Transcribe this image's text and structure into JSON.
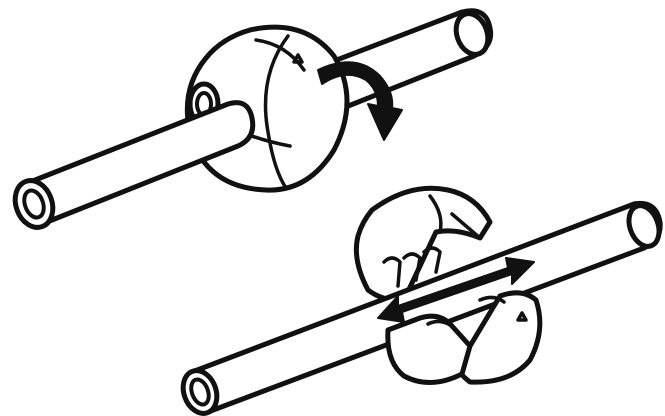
{
  "figure": {
    "top_step": "rotate-to-open",
    "bottom_step": "slide-along-cable",
    "marker_glyph": "triangle",
    "colors": {
      "line": "#111111",
      "fill": "#ffffff"
    },
    "icons": [
      "curved-arrow-icon",
      "double-arrow-icon",
      "triangle-marker-icon"
    ]
  }
}
